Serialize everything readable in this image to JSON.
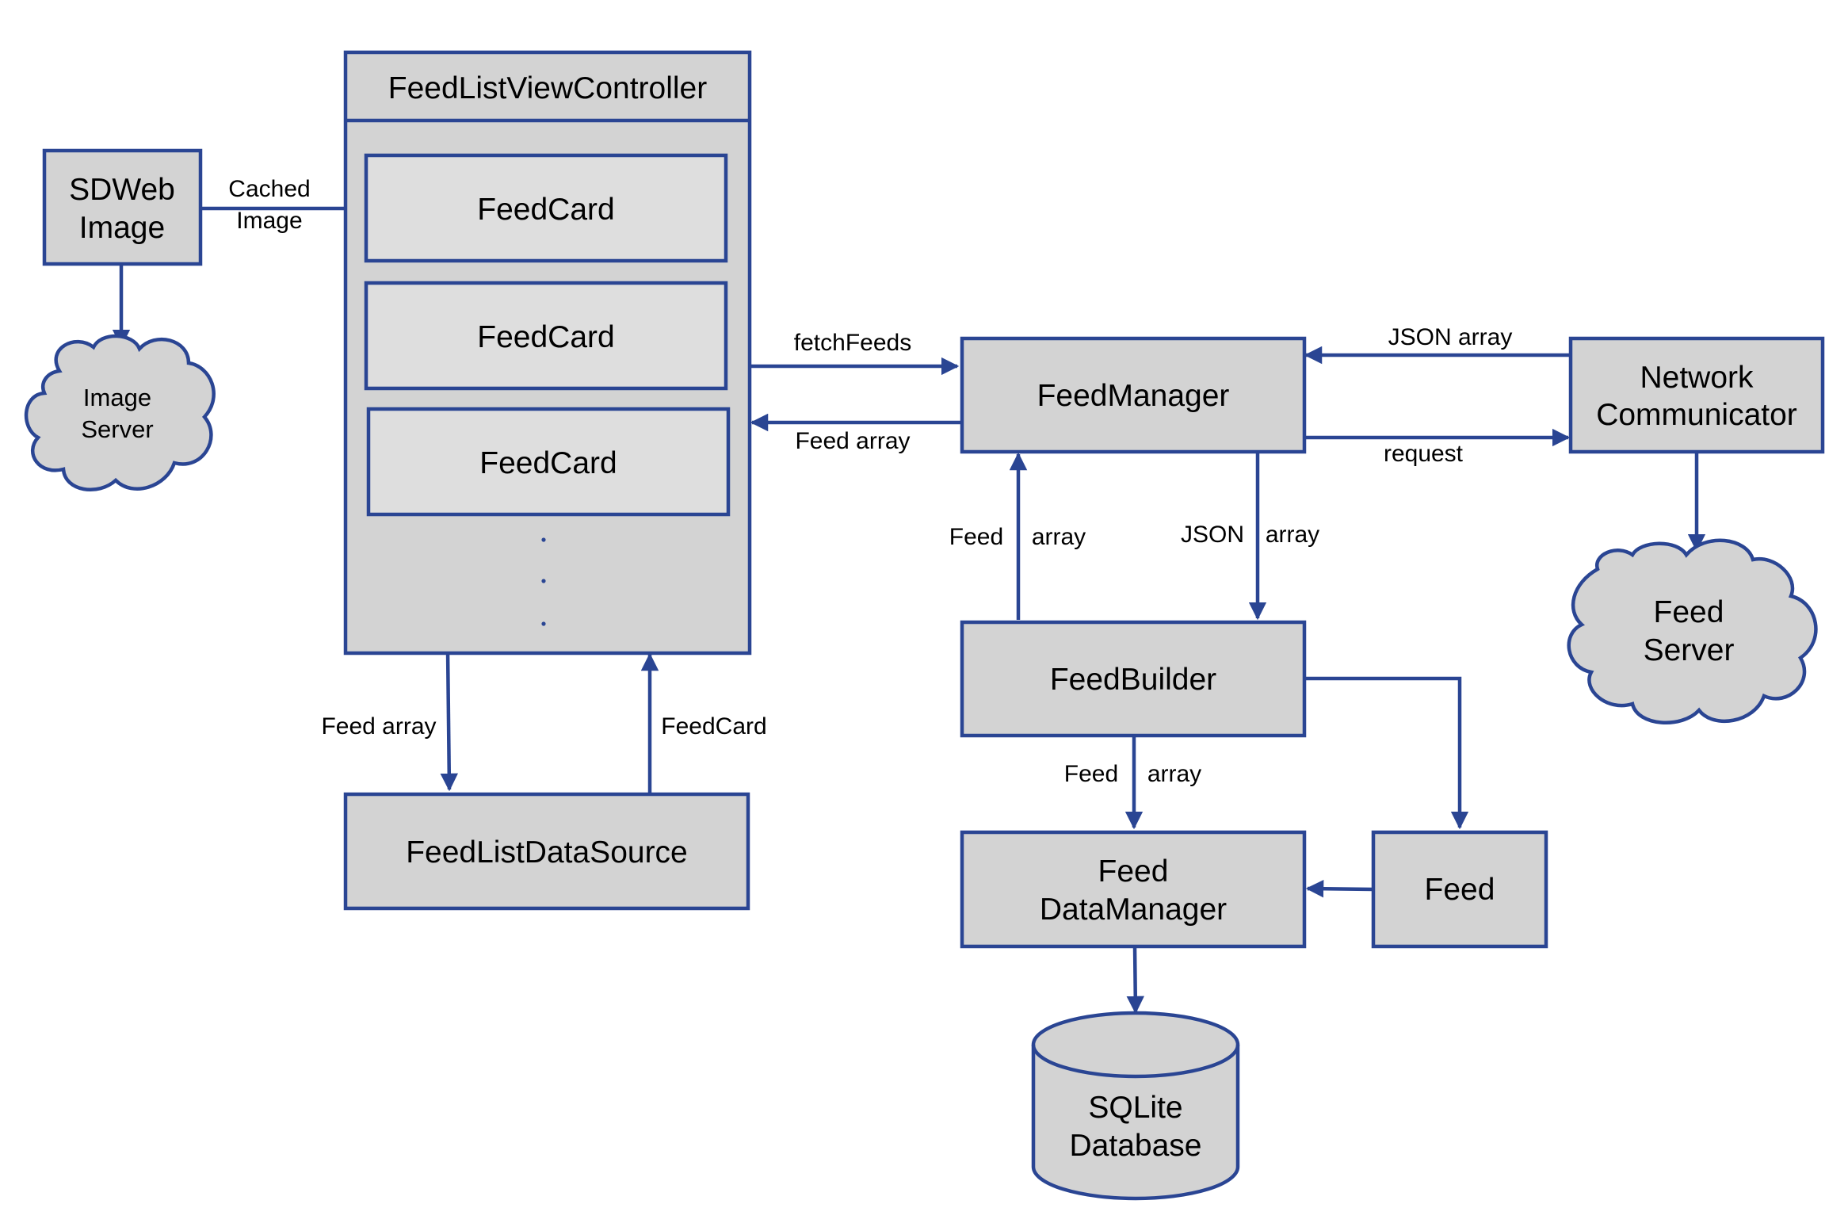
{
  "colors": {
    "stroke": "#2a4593",
    "box_fill": "#d3d3d3",
    "card_fill": "#dedede",
    "background": "#ffffff"
  },
  "nodes": {
    "sdweb_image": {
      "lines": [
        "SDWeb",
        "Image"
      ]
    },
    "image_server": {
      "lines": [
        "Image",
        "Server"
      ],
      "shape": "cloud"
    },
    "controller": {
      "title": "FeedListViewController"
    },
    "feed_cards": [
      "FeedCard",
      "FeedCard",
      "FeedCard"
    ],
    "ellipsis": ".  .  .",
    "data_source": {
      "label": "FeedListDataSource"
    },
    "feed_manager": {
      "label": "FeedManager"
    },
    "network": {
      "lines": [
        "Network",
        "Communicator"
      ]
    },
    "feed_server": {
      "lines": [
        "Feed",
        "Server"
      ],
      "shape": "cloud"
    },
    "feed_builder": {
      "label": "FeedBuilder"
    },
    "feed_data_manager": {
      "lines": [
        "Feed",
        "DataManager"
      ]
    },
    "feed": {
      "label": "Feed"
    },
    "sqlite": {
      "lines": [
        "SQLite",
        "Database"
      ],
      "shape": "cylinder"
    }
  },
  "edges": {
    "cached_image": [
      "Cached",
      "Image"
    ],
    "fetch_feeds": "fetchFeeds",
    "feed_array_to_controller": "Feed array",
    "json_array_from_network": "JSON array",
    "request": "request",
    "builder_to_manager": [
      "Feed",
      "array"
    ],
    "manager_to_builder": [
      "JSON",
      "array"
    ],
    "controller_to_datasource": "Feed array",
    "datasource_to_controller": "FeedCard",
    "builder_to_datamanager": [
      "Feed",
      "array"
    ]
  }
}
